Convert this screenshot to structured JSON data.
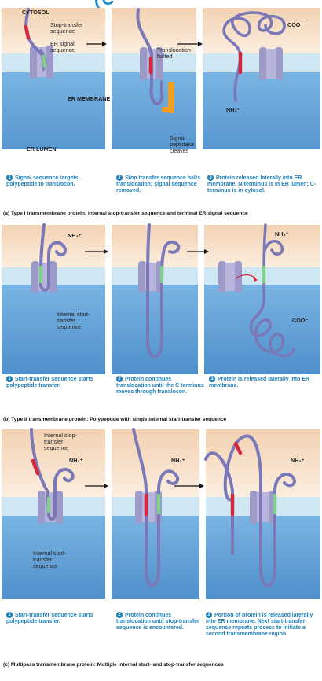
{
  "top_title": "(C",
  "panel_a": {
    "cytosol": "CYTOSOL",
    "er_membrane": "ER MEMBRANE",
    "er_lumen": "ER LUMEN",
    "stop_transfer": "Stop-transfer sequence",
    "er_signal": "ER signal sequence",
    "translocation_halted": "Translocation halted",
    "signal_peptidase": "Signal peptidase cleaves",
    "coo": "COO⁻",
    "nh3": "NH₃⁺",
    "step1": "Signal sequence targets polypeptide to translocon.",
    "step2": "Stop transfer sequence halts translocation; signal sequence removed.",
    "step3": "Protein released laterally into ER membrane. N-terminus is in ER lumen; C-terminus is in cytosol.",
    "caption": "(a) Type I transmembrane protein: Internal stop-transfer sequence and terminal ER signal sequence"
  },
  "panel_b": {
    "nh3": "NH₃⁺",
    "internal_start": "Internal start-transfer sequence",
    "coo": "COO⁻",
    "step1": "Start-transfer sequence starts polypeptide transfer.",
    "step2": "Protein continues translocation until the C terminus moves through translocon.",
    "step3": "Protein is released laterally into ER membrane.",
    "caption": "(b) Type II transmembrane protein: Polypeptide with single internal start-transfer sequence"
  },
  "panel_c": {
    "internal_stop": "Internal stop-transfer sequence",
    "nh3": "NH₃⁺",
    "internal_start": "Internal start-transfer sequence",
    "step1": "Start-transfer sequence starts polypeptide transfer.",
    "step2": "Protein continues translocation until stop-transfer sequence is encountered.",
    "step3": "Portion of protein is released laterally into ER membrane. Next start-transfer sequence repeats process to initiate a second transmembrane region.",
    "caption": "(c) Multipass transmembrane protein: Multiple internal start- and stop-transfer sequences"
  },
  "step_numbers": [
    "1",
    "2",
    "3"
  ],
  "colors": {
    "cytosol": "#f7dfc8",
    "membrane": "#cfe6f3",
    "lumen": "#5f9fd6",
    "chain": "#7b78b8",
    "stop_seq": "#d7263d",
    "start_seq": "#7fd08a",
    "translocon": "#9d9ac9",
    "peptidase": "#f0a020",
    "caption_blue": "#1e7fb8"
  }
}
